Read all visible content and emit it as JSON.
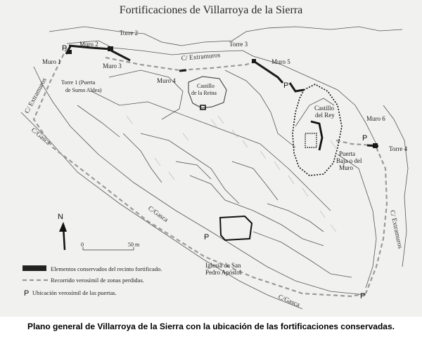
{
  "title": "Fortificaciones de Villarroya de la Sierra",
  "caption": "Plano general de Villarroya de la Sierra con la ubicación de las fortificaciones conservadas.",
  "labels": {
    "torre2": "Torre 2",
    "torre3": "Torre 3",
    "torre4": "Torre 4",
    "torre1_l1": "Torre 1 (Puerta",
    "torre1_l2": "de Sumo Aldea)",
    "muro1": "Muro 1",
    "muro2": "Muro 2",
    "muro3": "Muro 3",
    "muro4": "Muro 4",
    "muro5": "Muro 5",
    "muro6": "Muro 6",
    "castillo_reina_l1": "Castillo",
    "castillo_reina_l2": "de la Reina",
    "castillo_rey_l1": "Castillo",
    "castillo_rey_l2": "del Rey",
    "puerta_baja_l1": "Puerta",
    "puerta_baja_l2": "Baja o del",
    "puerta_baja_l3": "Muro",
    "iglesia_l1": "Iglesia de San",
    "iglesia_l2": "Pedro Apóstol",
    "extramuros_top": "C/ Extramuros",
    "extramuros_left": "C/ Extramuros",
    "extramuros_right": "C/ Extramuros",
    "gasca_left": "C/Gasca",
    "gasca_mid": "C/Gasca",
    "gasca_right": "C/Gasca",
    "gate_symbol": "P",
    "north": "N"
  },
  "scale": {
    "start": "0",
    "end": "50 m"
  },
  "legend": {
    "items": [
      {
        "symbol": "solid",
        "text": "Elementos conservados del recinto fortificado."
      },
      {
        "symbol": "dashed",
        "text": "Recorrido verosímil de zonas perdidas."
      },
      {
        "symbol": "P",
        "text": "Ubicación verosímil de las puertas."
      }
    ]
  },
  "colors": {
    "paper": "#f1f1ef",
    "lines": "#555555",
    "wall": "#1a1a1a",
    "route": "#9a9a9a"
  }
}
